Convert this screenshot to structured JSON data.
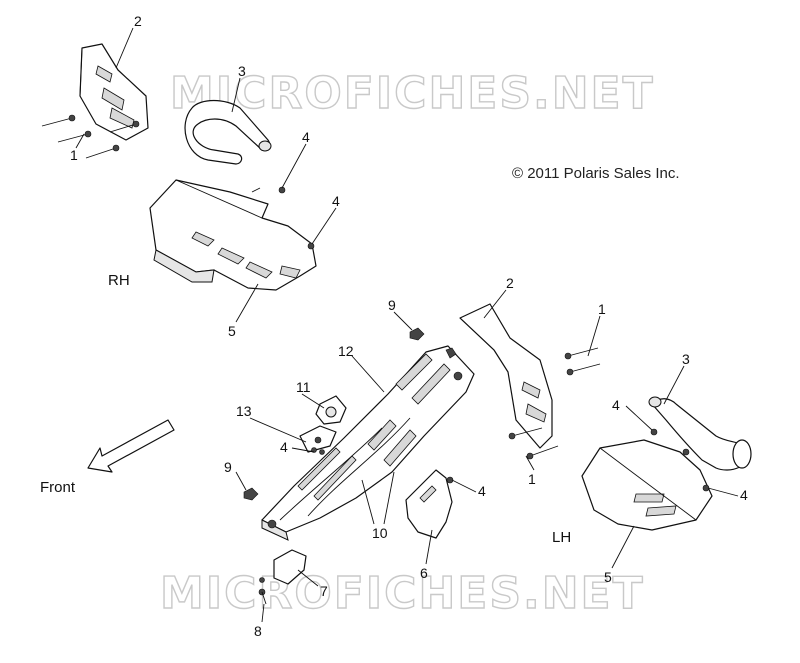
{
  "watermark": {
    "text": "MICROFICHES.NET"
  },
  "copyright": "© 2011 Polaris Sales Inc.",
  "labels": {
    "rh": "RH",
    "lh": "LH",
    "front": "Front"
  },
  "callouts": {
    "c1": "2",
    "c2": "3",
    "c3": "1",
    "c4": "4",
    "c5": "4",
    "c6": "5",
    "c7": "9",
    "c8": "2",
    "c9": "1",
    "c10": "12",
    "c11": "3",
    "c12": "11",
    "c13": "13",
    "c14": "4",
    "c15": "4",
    "c16": "9",
    "c17": "1",
    "c18": "4",
    "c19": "4",
    "c20": "10",
    "c21": "6",
    "c22": "5",
    "c23": "7",
    "c24": "8"
  }
}
